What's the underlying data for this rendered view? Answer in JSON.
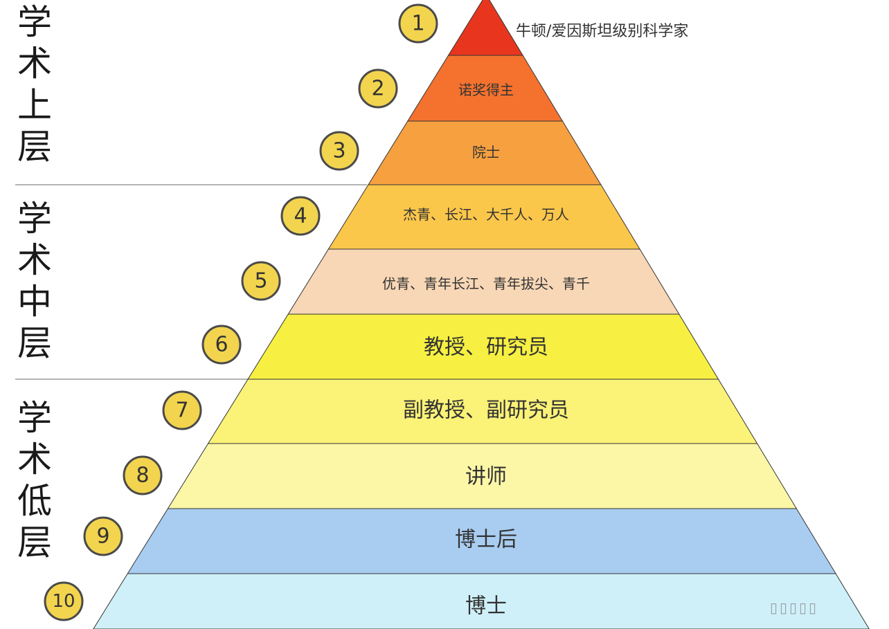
{
  "top_note": "牛顿/爱因斯坦级别科学家",
  "side_titles": [
    {
      "chars": [
        "学",
        "术",
        "上",
        "层"
      ]
    },
    {
      "chars": [
        "学",
        "术",
        "中",
        "层"
      ]
    },
    {
      "chars": [
        "学",
        "术",
        "低",
        "层"
      ]
    }
  ],
  "tiers": [
    {
      "num": "1",
      "label": "",
      "color": "#e8361e"
    },
    {
      "num": "2",
      "label": "诺奖得主",
      "color": "#f4722e"
    },
    {
      "num": "3",
      "label": "院士",
      "color": "#f7a040"
    },
    {
      "num": "4",
      "label": "杰青、长江、大千人、万人",
      "color": "#fbc74b"
    },
    {
      "num": "5",
      "label": "优青、青年长江、青年拔尖、青千",
      "color": "#f8d7b6"
    },
    {
      "num": "6",
      "label": "教授、研究员",
      "color": "#f7f042"
    },
    {
      "num": "7",
      "label": "副教授、副研究员",
      "color": "#fbf278"
    },
    {
      "num": "8",
      "label": "讲师",
      "color": "#fcf7a6"
    },
    {
      "num": "9",
      "label": "博士后",
      "color": "#a9cdf1"
    },
    {
      "num": "10",
      "label": "博士",
      "color": "#cff0f8"
    }
  ],
  "badge_color": "#f2d44e",
  "watermark": "▯▯▯▯▯"
}
